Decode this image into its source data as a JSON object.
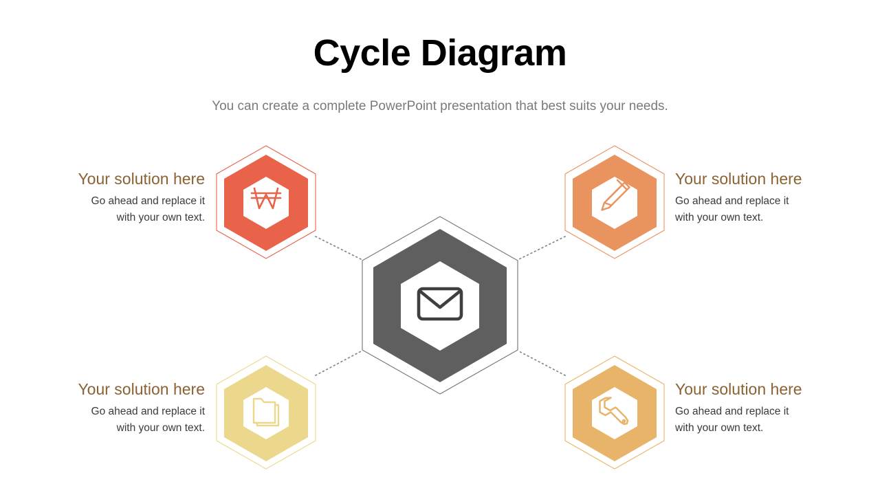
{
  "header": {
    "title": "Cycle Diagram",
    "subtitle": "You can create a complete PowerPoint presentation that best suits your needs."
  },
  "colors": {
    "title": "#000000",
    "subtitle": "#7a7a7a",
    "label_heading": "#8a6233",
    "label_body": "#3a3a3a",
    "center": "#5f5f5f",
    "top_left": "#e8634a",
    "top_right": "#e9935f",
    "bottom_left": "#ecd88c",
    "bottom_right": "#e8b469",
    "connector": "#808080",
    "background": "#ffffff"
  },
  "center_node": {
    "icon": "mail-envelope-icon",
    "color": "#5f5f5f"
  },
  "nodes": [
    {
      "id": "top-left",
      "position": "top-left",
      "icon": "won-currency-icon",
      "color": "#e8634a",
      "heading": "Your solution here",
      "body": "Go ahead and replace it with your own text.",
      "body_line1": "Go ahead and replace it",
      "body_line2": "with your own text."
    },
    {
      "id": "top-right",
      "position": "top-right",
      "icon": "pencil-icon",
      "color": "#e9935f",
      "heading": "Your solution here",
      "body": "Go ahead and replace it with your own text.",
      "body_line1": "Go ahead and replace it",
      "body_line2": "with your own text."
    },
    {
      "id": "bottom-left",
      "position": "bottom-left",
      "icon": "folder-icon",
      "color": "#ecd88c",
      "heading": "Your solution here",
      "body": "Go ahead and replace it with your own text.",
      "body_line1": "Go ahead and replace it",
      "body_line2": "with your own text."
    },
    {
      "id": "bottom-right",
      "position": "bottom-right",
      "icon": "wrench-icon",
      "color": "#e8b469",
      "heading": "Your solution here",
      "body": "Go ahead and replace it with your own text.",
      "body_line1": "Go ahead and replace it",
      "body_line2": "with your own text."
    }
  ]
}
